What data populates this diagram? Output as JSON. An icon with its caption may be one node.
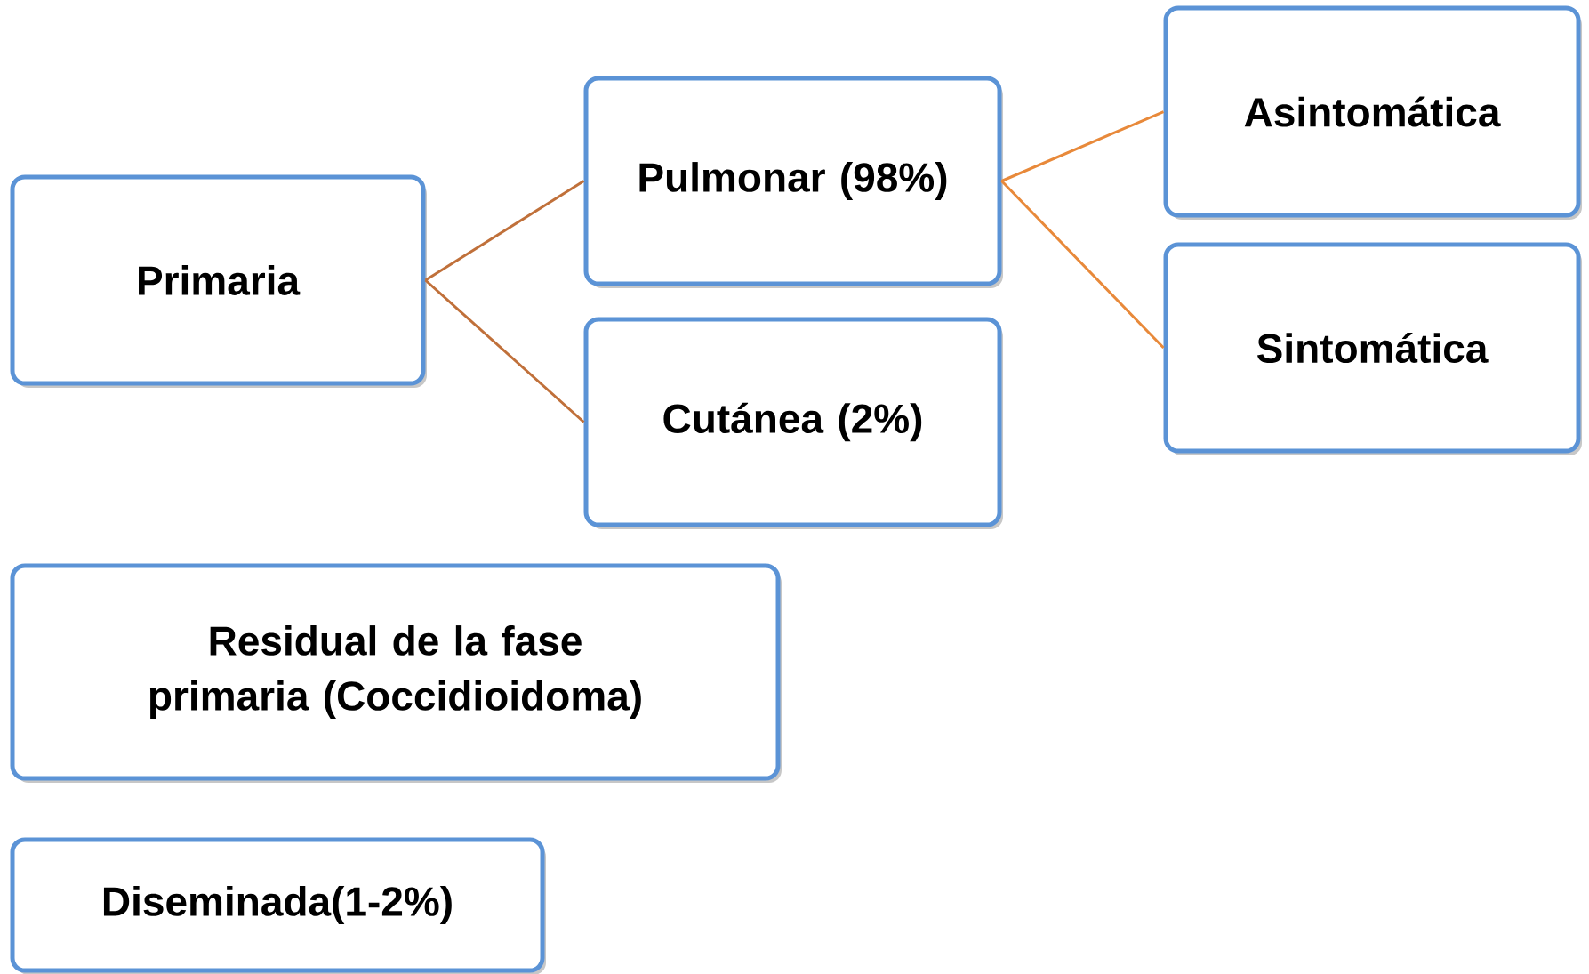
{
  "diagram": {
    "nodes": [
      {
        "text": [
          "Primaria"
        ]
      },
      {
        "text": [
          "Pulmonar (98%)"
        ]
      },
      {
        "text": [
          "Cutánea (2%)"
        ]
      },
      {
        "text": [
          "Asintomática"
        ]
      },
      {
        "text": [
          "Sintomática"
        ]
      },
      {
        "text": [
          "Residual de la fase primaria (Coccidioidoma)"
        ]
      },
      {
        "text": [
          "Diseminada(1-2%)"
        ]
      }
    ],
    "edges": [
      {
        "from": 0,
        "to": 1,
        "arrow": "none",
        "color": "#c0703a"
      },
      {
        "from": 0,
        "to": 2,
        "arrow": "none",
        "color": "#c0703a"
      },
      {
        "from": 1,
        "to": 3,
        "arrow": "none",
        "color": "#e8893a"
      },
      {
        "from": 1,
        "to": 4,
        "arrow": "none",
        "color": "#e8893a"
      }
    ]
  }
}
